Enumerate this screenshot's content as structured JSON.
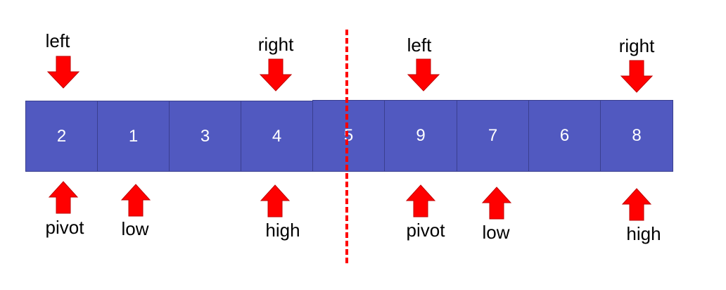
{
  "array": {
    "values": [
      "2",
      "1",
      "3",
      "4",
      "5",
      "9",
      "7",
      "6",
      "8"
    ],
    "fill_color": "#5159c0",
    "text_color": "#ffffff"
  },
  "markers": {
    "arrow_color": "#ff0000",
    "divider_color": "#ff0000",
    "left_partition": {
      "left_label": "left",
      "right_label": "right",
      "pivot_label": "pivot",
      "low_label": "low",
      "high_label": "high"
    },
    "right_partition": {
      "left_label": "left",
      "right_label": "right",
      "pivot_label": "pivot",
      "low_label": "low",
      "high_label": "high"
    }
  }
}
